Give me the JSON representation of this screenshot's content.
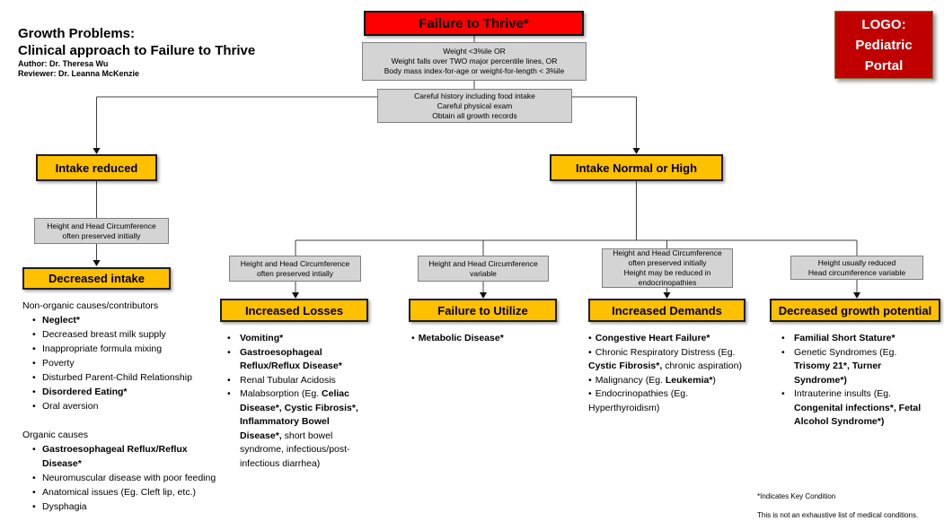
{
  "bullet": "•",
  "colors": {
    "node_red": "#FF0000",
    "logo_red": "#C00000",
    "node_amber": "#FFC000",
    "note_gray": "#D4D4D4"
  },
  "header": {
    "title_line1": "Growth Problems:",
    "title_line2": "Clinical approach to Failure to Thrive",
    "author": "Author: Dr. Theresa Wu",
    "reviewer": "Reviewer: Dr. Leanna McKenzie"
  },
  "logo": {
    "line1": "LOGO:",
    "line2": "Pediatric",
    "line3": "Portal"
  },
  "root": {
    "label": "Failure to Thrive*"
  },
  "criteria": {
    "lines": [
      "Weight <3%ile OR",
      "Weight falls over TWO major percentile lines, OR",
      "Body mass index-for-age or weight-for-length < 3%ile"
    ]
  },
  "history": {
    "lines": [
      "Careful history including food intake",
      "Careful physical exam",
      "Obtain all growth records"
    ]
  },
  "branch_left": {
    "label": "Intake reduced",
    "note": [
      "Height and Head Circumference",
      "often preserved initially"
    ],
    "sub_label": "Decreased intake",
    "group1_title": "Non-organic causes/contributors",
    "group1_items": [
      [
        {
          "t": "Neglect*",
          "b": true
        }
      ],
      [
        {
          "t": "Decreased breast milk supply",
          "b": false
        }
      ],
      [
        {
          "t": "Inappropriate formula mixing",
          "b": false
        }
      ],
      [
        {
          "t": "Poverty",
          "b": false
        }
      ],
      [
        {
          "t": "Disturbed Parent-Child Relationship",
          "b": false
        }
      ],
      [
        {
          "t": "Disordered Eating*",
          "b": true
        }
      ],
      [
        {
          "t": "Oral aversion",
          "b": false
        }
      ]
    ],
    "group2_title": "Organic causes",
    "group2_items": [
      [
        {
          "t": "Gastroesophageal Reflux/Reflux Disease*",
          "b": true
        }
      ],
      [
        {
          "t": "Neuromuscular disease with poor feeding",
          "b": false
        }
      ],
      [
        {
          "t": "Anatomical issues (Eg. Cleft lip, etc.)",
          "b": false
        }
      ],
      [
        {
          "t": "Dysphagia",
          "b": false
        }
      ]
    ]
  },
  "branch_right": {
    "label": "Intake Normal or High",
    "columns": [
      {
        "note": [
          "Height and Head Circumference",
          "often preserved intially"
        ],
        "header": "Increased Losses",
        "items": [
          [
            {
              "t": "Vomiting*",
              "b": true
            }
          ],
          [
            {
              "t": "Gastroesophageal Reflux/Reflux Disease*",
              "b": true
            }
          ],
          [
            {
              "t": "Renal Tubular Acidosis",
              "b": false
            }
          ],
          [
            {
              "t": "Malabsorption (Eg. ",
              "b": false
            },
            {
              "t": "Celiac Disease*, Cystic Fibrosis*, Inflammatory Bowel Disease*,",
              "b": true
            },
            {
              "t": " short bowel syndrome, infectious/post-infectious diarrhea)",
              "b": false
            }
          ]
        ]
      },
      {
        "note": [
          "Height and Head Circumference",
          "variable"
        ],
        "header": "Failure to Utilize",
        "items": [
          [
            {
              "t": "Metabolic Disease*",
              "b": true
            }
          ]
        ]
      },
      {
        "note": [
          "Height and Head Circumference",
          "often preserved initially",
          "Height may be reduced in",
          "endocrinopathies"
        ],
        "header": "Increased Demands",
        "items": [
          [
            {
              "t": "Congestive Heart Failure*",
              "b": true
            }
          ],
          [
            {
              "t": "Chronic Respiratory Distress (Eg. ",
              "b": false
            },
            {
              "t": "Cystic Fibrosis*,",
              "b": true
            },
            {
              "t": " chronic aspiration)",
              "b": false
            }
          ],
          [
            {
              "t": "Malignancy (Eg. ",
              "b": false
            },
            {
              "t": "Leukemia*",
              "b": true
            },
            {
              "t": ")",
              "b": false
            }
          ],
          [
            {
              "t": "Endocrinopathies (Eg. Hyperthyroidism)",
              "b": false
            }
          ]
        ]
      },
      {
        "note": [
          "Height usually reduced",
          "Head circumference variable"
        ],
        "header": "Decreased growth potential",
        "items": [
          [
            {
              "t": "Familial Short Stature*",
              "b": true
            }
          ],
          [
            {
              "t": "Genetic Syndromes (Eg. ",
              "b": false
            },
            {
              "t": "Trisomy 21*, Turner Syndrome*)",
              "b": true
            }
          ],
          [
            {
              "t": "Intrauterine insults (Eg. ",
              "b": false
            },
            {
              "t": "Congenital infections*, Fetal Alcohol Syndrome*)",
              "b": true
            }
          ]
        ]
      }
    ]
  },
  "footnotes": {
    "key": "*Indicates Key Condition",
    "disclaimer": "This is not an exhaustive list of medical conditions."
  }
}
